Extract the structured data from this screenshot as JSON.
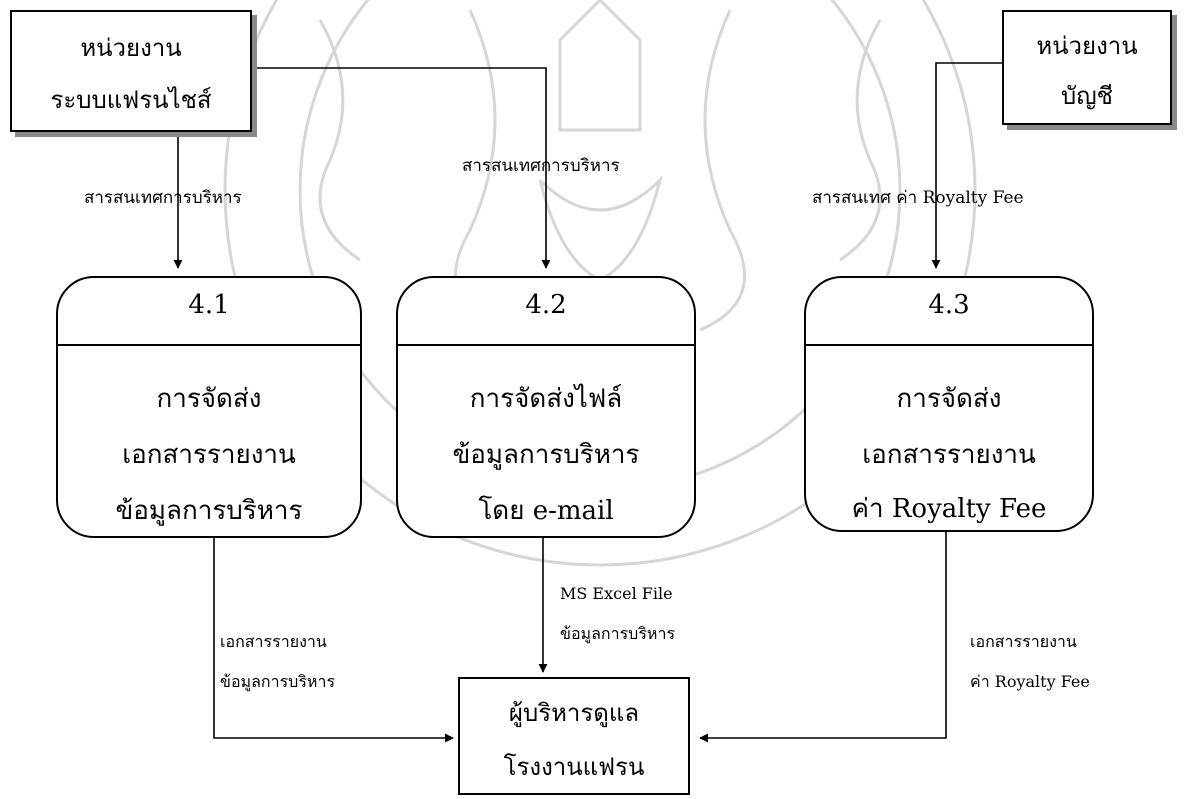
{
  "external": {
    "franchise_unit": {
      "line1": "หน่วยงาน",
      "line2": "ระบบแฟรนไชส์"
    },
    "accounting_unit": {
      "line1": "หน่วยงาน",
      "line2": "บัญชี"
    },
    "manager": {
      "line1": "ผู้บริหารดูแล",
      "line2": "โรงงานแฟรน"
    }
  },
  "processes": [
    {
      "number": "4.1",
      "lines": [
        "การจัดส่ง",
        "เอกสารรายงาน",
        "ข้อมูลการบริหาร"
      ]
    },
    {
      "number": "4.2",
      "lines": [
        "การจัดส่งไฟล์",
        "ข้อมูลการบริหาร",
        "โดย e-mail"
      ]
    },
    {
      "number": "4.3",
      "lines": [
        "การจัดส่ง",
        "เอกสารรายงาน",
        "ค่า Royalty Fee"
      ]
    }
  ],
  "flows": {
    "to_4_1": "สารสนเทศการบริหาร",
    "to_4_2": "สารสนเทศการบริหาร",
    "to_4_3": "สารสนเทศ ค่า Royalty Fee",
    "from_4_1": {
      "line1": "เอกสารรายงาน",
      "line2": "ข้อมูลการบริหาร"
    },
    "from_4_2": {
      "line1": "MS Excel File",
      "line2": "ข้อมูลการบริหาร"
    },
    "from_4_3": {
      "line1": "เอกสารรายงาน",
      "line2": "ค่า Royalty Fee"
    }
  }
}
